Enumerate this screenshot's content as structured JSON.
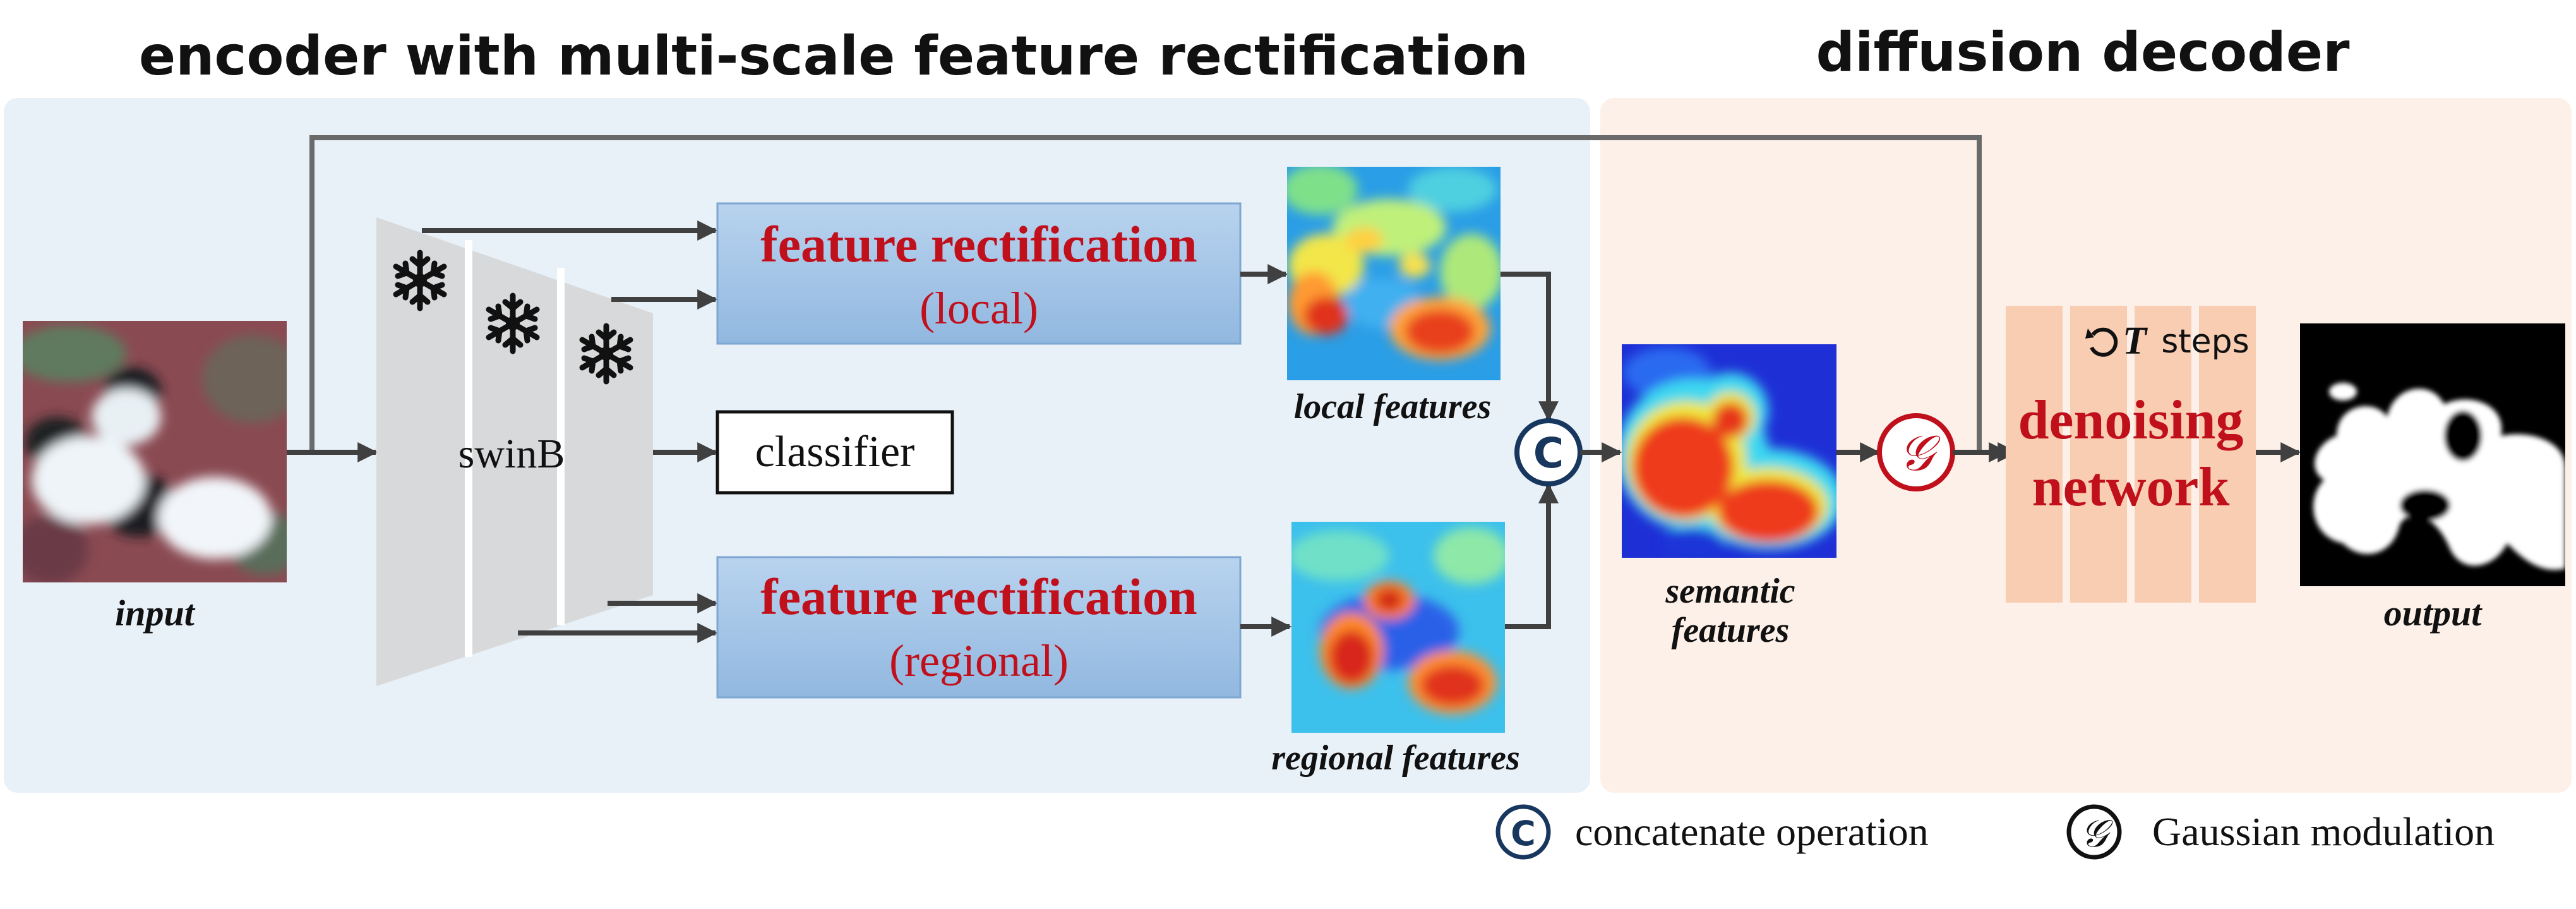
{
  "sections": {
    "encoder_title": "encoder with multi-scale feature rectification",
    "decoder_title": "diffusion decoder"
  },
  "labels": {
    "input": "input",
    "backbone": "swinB",
    "classifier": "classifier",
    "fr_local_title": "feature rectification",
    "fr_local_sub": "(local)",
    "fr_regional_title": "feature rectification",
    "fr_regional_sub": "(regional)",
    "local_features": "local features",
    "regional_features": "regional features",
    "semantic_line1": "semantic",
    "semantic_line2": "features",
    "steps_T": "T",
    "steps_word": "steps",
    "denoise_line1": "denoising",
    "denoise_line2": "network",
    "output": "output",
    "concat_symbol": "C",
    "gauss_symbol": "𝒢"
  },
  "legend": {
    "concat_symbol": "C",
    "concat_label": "concatenate operation",
    "gauss_symbol": "𝒢",
    "gauss_label": "Gaussian modulation"
  },
  "icons": {
    "frozen": "snowflake-icon",
    "loop": "loop-icon"
  },
  "colors": {
    "encoder_bg": "#e8f0f8",
    "decoder_bg": "#fdf0e8",
    "fr_box": "#a6c6e6",
    "rect_red": "#c0101c",
    "denoise_block": "#f8cdb2",
    "arrow": "#404040",
    "backbone": "#d8d9db"
  }
}
